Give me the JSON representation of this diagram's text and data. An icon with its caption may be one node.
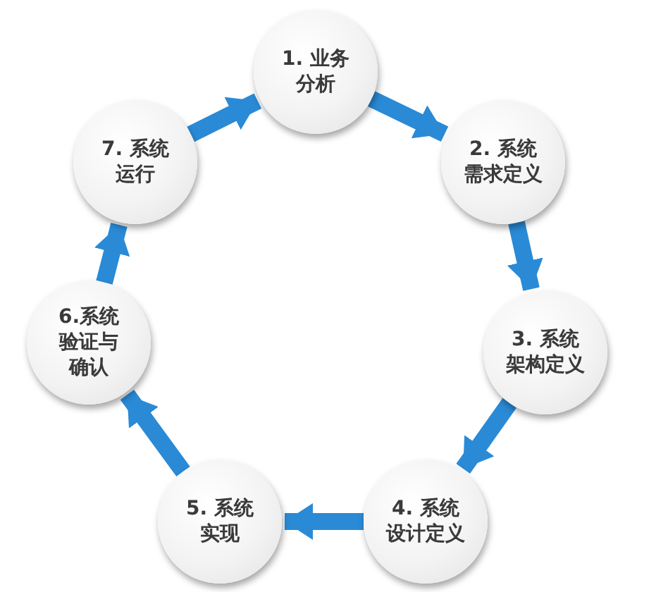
{
  "diagram": {
    "nodes": [
      {
        "text": [
          "1. 业务分析"
        ]
      },
      {
        "text": [
          "2. 系统需求定义"
        ]
      },
      {
        "text": [
          "3. 系统架构定义"
        ]
      },
      {
        "text": [
          "4. 系统设计定义"
        ]
      },
      {
        "text": [
          "5. 系统实现"
        ]
      },
      {
        "text": [
          "6.系统验证与确认"
        ]
      },
      {
        "text": [
          "7. 系统运行"
        ]
      }
    ],
    "edges": [
      {
        "from": 0,
        "to": 1,
        "arrow": "to"
      },
      {
        "from": 1,
        "to": 2,
        "arrow": "to"
      },
      {
        "from": 2,
        "to": 3,
        "arrow": "to"
      },
      {
        "from": 3,
        "to": 4,
        "arrow": "to"
      },
      {
        "from": 4,
        "to": 5,
        "arrow": "to"
      },
      {
        "from": 5,
        "to": 6,
        "arrow": "to"
      },
      {
        "from": 6,
        "to": 0,
        "arrow": "to"
      }
    ]
  }
}
